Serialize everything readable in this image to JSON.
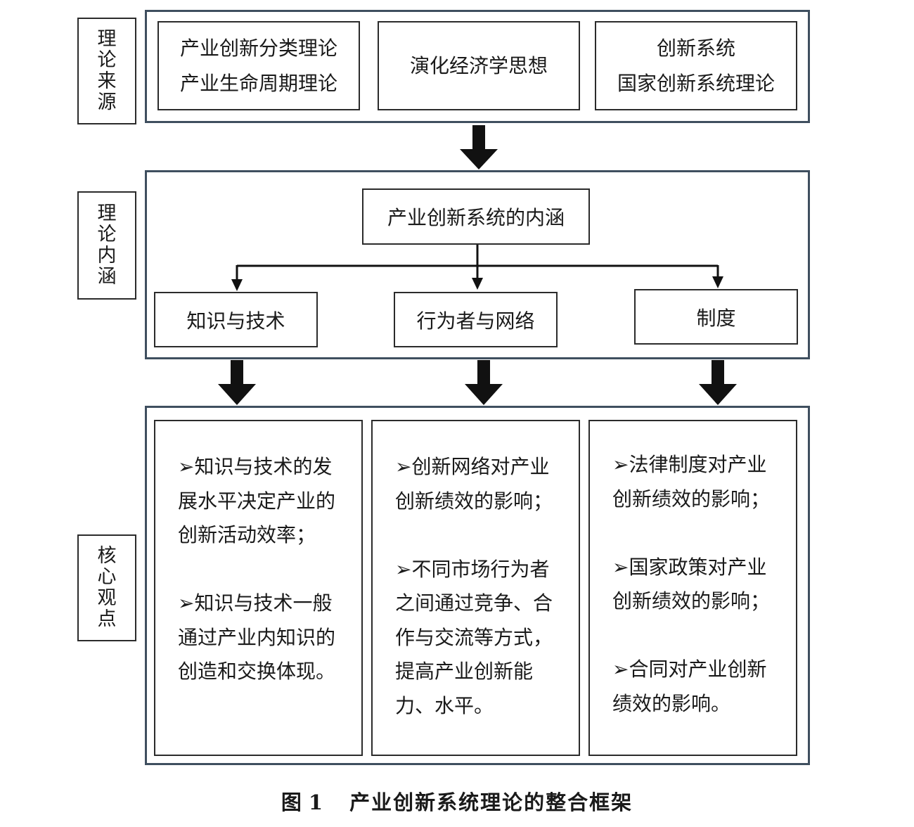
{
  "rows": {
    "source": {
      "label": "理论来源",
      "boxes": [
        {
          "lines": [
            "产业创新分类理论",
            "产业生命周期理论"
          ]
        },
        {
          "lines": [
            "演化经济学思想"
          ]
        },
        {
          "lines": [
            "创新系统",
            "国家创新系统理论"
          ]
        }
      ]
    },
    "connotation": {
      "label": "理论内涵",
      "top": "产业创新系统的内涵",
      "children": [
        "知识与技术",
        "行为者与网络",
        "制度"
      ]
    },
    "core": {
      "label": "核心观点",
      "columns": [
        {
          "points": [
            "➢知识与技术的发展水平决定产业的创新活动效率；",
            "➢知识与技术一般通过产业内知识的创造和交换体现。"
          ]
        },
        {
          "points": [
            "➢创新网络对产业创新绩效的影响；",
            "➢不同市场行为者之间通过竞争、合作与交流等方式，提高产业创新能力、水平。"
          ]
        },
        {
          "points": [
            "➢法律制度对产业创新绩效的影响；",
            "➢国家政策对产业创新绩效的影响；",
            "➢合同对产业创新绩效的影响。"
          ]
        }
      ]
    }
  },
  "caption": {
    "prefix": "图",
    "number": "1",
    "title": "产业创新系统理论的整合框架"
  },
  "colors": {
    "frame": "#3f4f5f",
    "box": "#2b2b2b",
    "arrow": "#111111"
  }
}
